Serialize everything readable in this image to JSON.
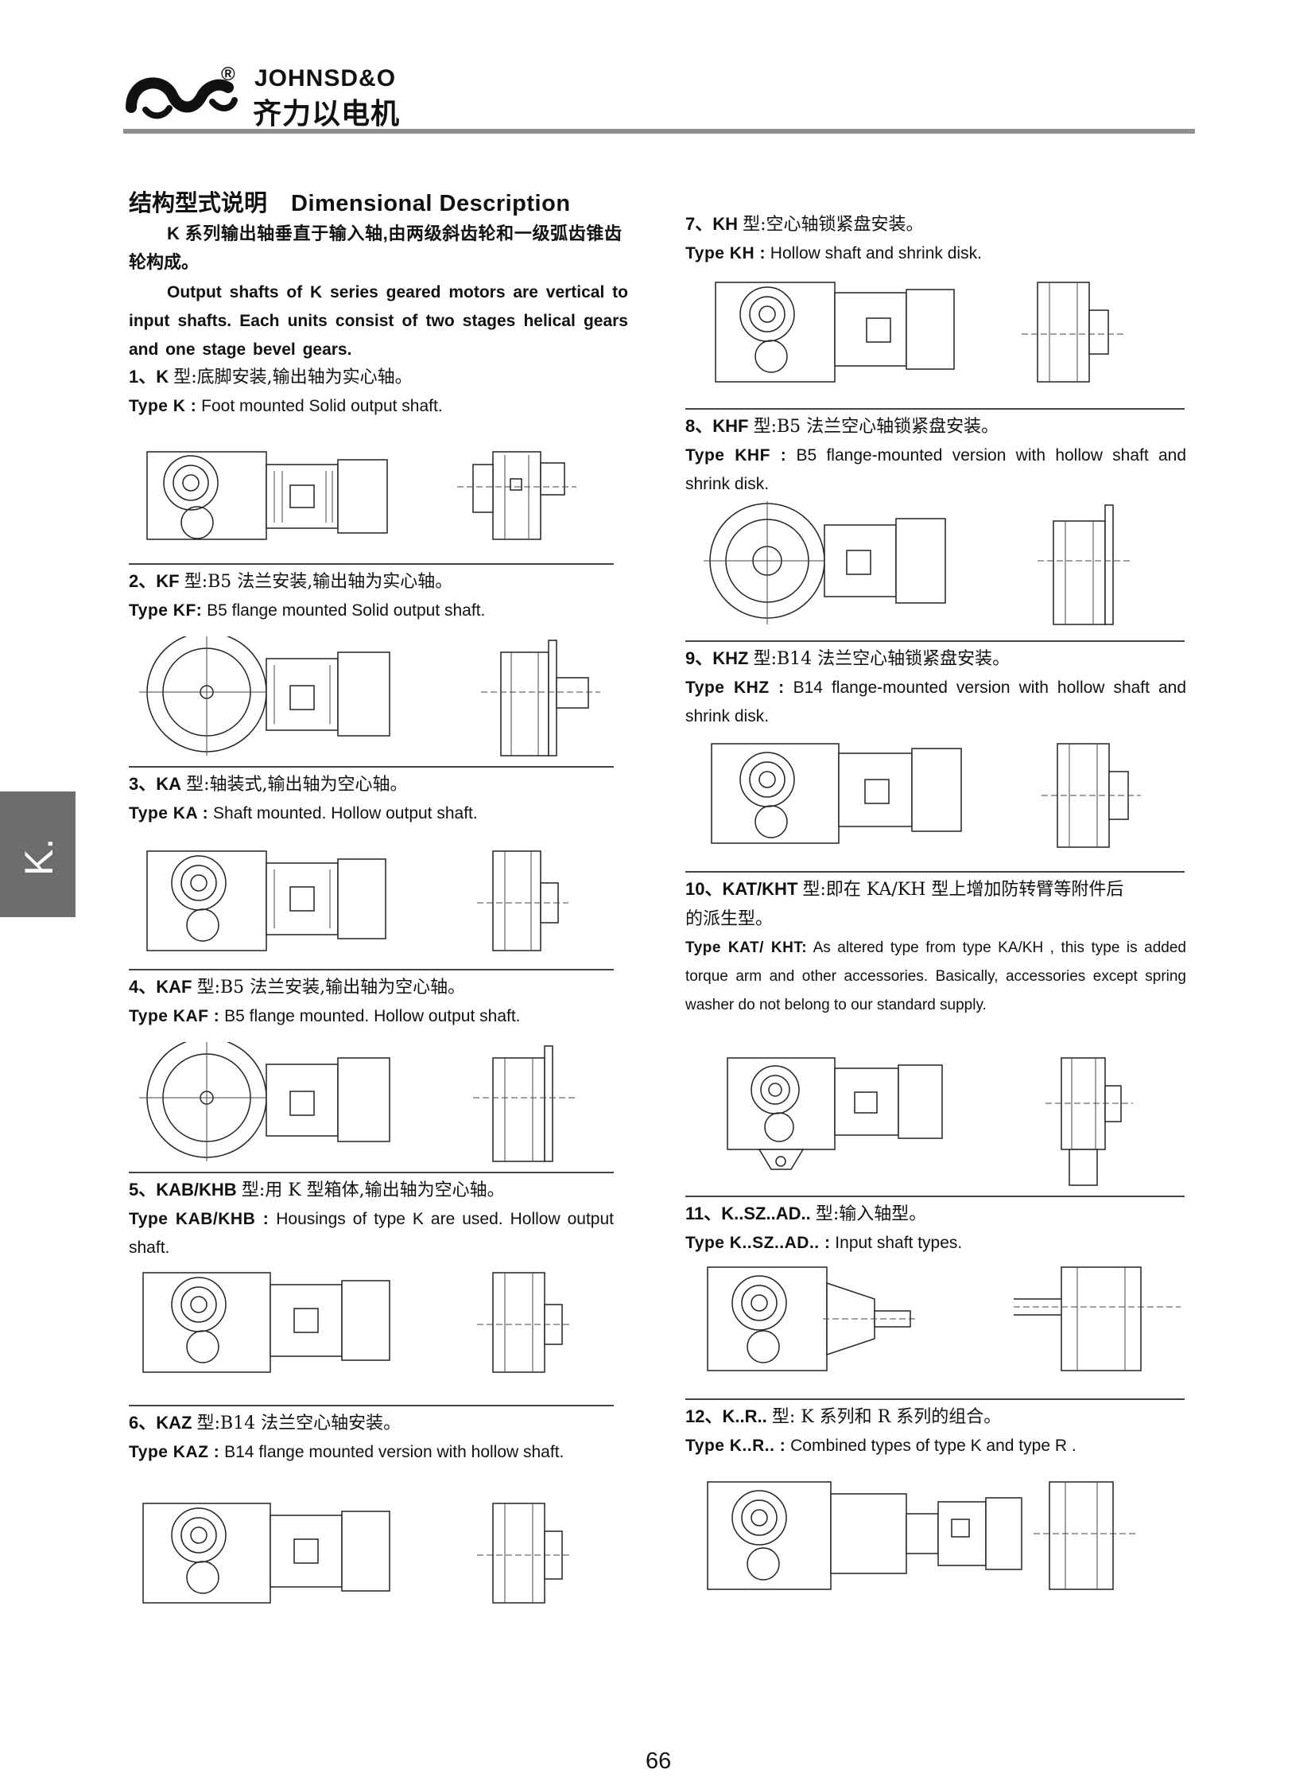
{
  "header": {
    "registered": "®",
    "brand_en": "JOHNSD&O",
    "brand_zh": "齐力以电机"
  },
  "side_tab": "K.",
  "title": {
    "zh": "结构型式说明",
    "en": "Dimensional Description"
  },
  "intro": {
    "zh": "K 系列输出轴垂直于输入轴,由两级斜齿轮和一级弧齿锥齿轮构成。",
    "en": "Output shafts of K series geared motors are vertical to input shafts.  Each units consist of two stages helical gears and one stage bevel gears."
  },
  "types": [
    {
      "num": "1、K",
      "zh": "型:底脚安装,输出轴为实心轴。",
      "en_label": "Type K :",
      "en_text": " Foot mounted Solid output shaft."
    },
    {
      "num": "2、KF",
      "zh": "型:B5 法兰安装,输出轴为实心轴。",
      "en_label": "Type KF:",
      "en_text": " B5 flange mounted Solid output shaft."
    },
    {
      "num": "3、KA",
      "zh": "型:轴装式,输出轴为空心轴。",
      "en_label": "Type KA :",
      "en_text": " Shaft mounted. Hollow output shaft."
    },
    {
      "num": "4、KAF",
      "zh": "型:B5 法兰安装,输出轴为空心轴。",
      "en_label": "Type KAF :",
      "en_text": " B5 flange mounted. Hollow output shaft."
    },
    {
      "num": "5、KAB/KHB",
      "zh": "型:用 K 型箱体,输出轴为空心轴。",
      "en_label": "Type KAB/KHB :",
      "en_text": " Housings of type K are used. Hollow output shaft."
    },
    {
      "num": "6、KAZ",
      "zh": "型:B14 法兰空心轴安装。",
      "en_label": "Type KAZ :",
      "en_text": " B14 flange mounted version with hollow shaft."
    },
    {
      "num": "7、KH",
      "zh": "型:空心轴锁紧盘安装。",
      "en_label": "Type KH :",
      "en_text": " Hollow shaft and shrink disk."
    },
    {
      "num": "8、KHF",
      "zh": "型:B5 法兰空心轴锁紧盘安装。",
      "en_label": "Type KHF :",
      "en_text": " B5 flange-mounted version with hollow shaft and shrink disk."
    },
    {
      "num": "9、KHZ",
      "zh": "型:B14 法兰空心轴锁紧盘安装。",
      "en_label": "Type KHZ :",
      "en_text": " B14 flange-mounted version with hollow shaft and shrink disk."
    },
    {
      "num": "10、KAT/KHT",
      "zh": "型:即在 KA/KH 型上增加防转臂等附件后的派生型。",
      "en_label": "Type KAT/ KHT:",
      "en_text": " As altered type from type KA/KH , this type is added torque arm and other accessories. Basically, accessories except spring washer do not belong to our standard supply."
    },
    {
      "num": "11、K..SZ..AD..",
      "zh": "型:输入轴型。",
      "en_label": "Type K..SZ..AD.. :",
      "en_text": " Input shaft types."
    },
    {
      "num": "12、K..R..",
      "zh": "型: K 系列和 R 系列的组合。",
      "en_label": "Type K..R.. :",
      "en_text": " Combined types of type K and type R ."
    }
  ],
  "page_number": "66"
}
